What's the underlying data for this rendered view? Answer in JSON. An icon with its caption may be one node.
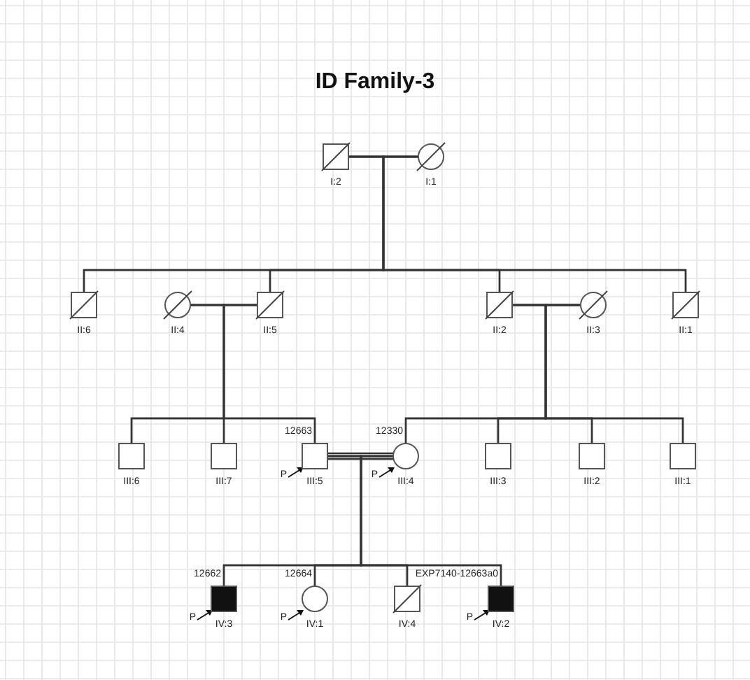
{
  "diagram": {
    "title": "ID Family-3",
    "nodes": [
      {
        "text": [],
        "shape": "box",
        "beside": [
          "I:2"
        ]
      },
      {
        "text": [],
        "shape": "circle",
        "beside": [
          "I:1"
        ]
      },
      {
        "text": [],
        "shape": "box",
        "beside": [
          "II:6"
        ]
      },
      {
        "text": [],
        "shape": "circle",
        "beside": [
          "II:4"
        ]
      },
      {
        "text": [],
        "shape": "box",
        "beside": [
          "II:5"
        ]
      },
      {
        "text": [],
        "shape": "box",
        "beside": [
          "II:2"
        ]
      },
      {
        "text": [],
        "shape": "circle",
        "beside": [
          "II:3"
        ]
      },
      {
        "text": [],
        "shape": "box",
        "beside": [
          "II:1"
        ]
      },
      {
        "text": [],
        "shape": "box",
        "beside": [
          "III:6"
        ]
      },
      {
        "text": [],
        "shape": "box",
        "beside": [
          "III:7"
        ]
      },
      {
        "text": [],
        "shape": "box",
        "beside": [
          "12663",
          "P",
          "III:5"
        ]
      },
      {
        "text": [],
        "shape": "circle",
        "beside": [
          "12330",
          "P",
          "III:4"
        ]
      },
      {
        "text": [],
        "shape": "box",
        "beside": [
          "III:3"
        ]
      },
      {
        "text": [],
        "shape": "box",
        "beside": [
          "III:2"
        ]
      },
      {
        "text": [],
        "shape": "box",
        "beside": [
          "III:1"
        ]
      },
      {
        "text": [],
        "shape": "box",
        "beside": [
          "12662",
          "P",
          "IV:3"
        ]
      },
      {
        "text": [],
        "shape": "circle",
        "beside": [
          "12664",
          "P",
          "IV:1"
        ]
      },
      {
        "text": [],
        "shape": "box",
        "beside": [
          "IV:4"
        ]
      },
      {
        "text": [],
        "shape": "box",
        "beside": [
          "EXP7140-12663a0",
          "P",
          "IV:2"
        ]
      }
    ],
    "edges": [
      {
        "from": 0,
        "to": 1,
        "arrow": "none"
      },
      {
        "from": 0,
        "to": 2,
        "arrow": "none"
      },
      {
        "from": 1,
        "to": 2,
        "arrow": "none"
      },
      {
        "from": 0,
        "to": 4,
        "arrow": "none"
      },
      {
        "from": 1,
        "to": 4,
        "arrow": "none"
      },
      {
        "from": 0,
        "to": 5,
        "arrow": "none"
      },
      {
        "from": 1,
        "to": 5,
        "arrow": "none"
      },
      {
        "from": 0,
        "to": 7,
        "arrow": "none"
      },
      {
        "from": 1,
        "to": 7,
        "arrow": "none"
      },
      {
        "from": 3,
        "to": 4,
        "arrow": "none"
      },
      {
        "from": 3,
        "to": 8,
        "arrow": "none"
      },
      {
        "from": 4,
        "to": 8,
        "arrow": "none"
      },
      {
        "from": 3,
        "to": 9,
        "arrow": "none"
      },
      {
        "from": 4,
        "to": 9,
        "arrow": "none"
      },
      {
        "from": 3,
        "to": 10,
        "arrow": "none"
      },
      {
        "from": 4,
        "to": 10,
        "arrow": "none"
      },
      {
        "from": 5,
        "to": 6,
        "arrow": "none"
      },
      {
        "from": 5,
        "to": 11,
        "arrow": "none"
      },
      {
        "from": 6,
        "to": 11,
        "arrow": "none"
      },
      {
        "from": 5,
        "to": 12,
        "arrow": "none"
      },
      {
        "from": 6,
        "to": 12,
        "arrow": "none"
      },
      {
        "from": 5,
        "to": 13,
        "arrow": "none"
      },
      {
        "from": 6,
        "to": 13,
        "arrow": "none"
      },
      {
        "from": 5,
        "to": 14,
        "arrow": "none"
      },
      {
        "from": 6,
        "to": 14,
        "arrow": "none"
      },
      {
        "from": 10,
        "to": 11,
        "arrow": "none"
      },
      {
        "from": 10,
        "to": 15,
        "arrow": "none"
      },
      {
        "from": 11,
        "to": 15,
        "arrow": "none"
      },
      {
        "from": 10,
        "to": 16,
        "arrow": "none"
      },
      {
        "from": 11,
        "to": 16,
        "arrow": "none"
      },
      {
        "from": 10,
        "to": 17,
        "arrow": "none"
      },
      {
        "from": 11,
        "to": 17,
        "arrow": "none"
      },
      {
        "from": 10,
        "to": 18,
        "arrow": "none"
      },
      {
        "from": 11,
        "to": 18,
        "arrow": "none"
      }
    ]
  }
}
